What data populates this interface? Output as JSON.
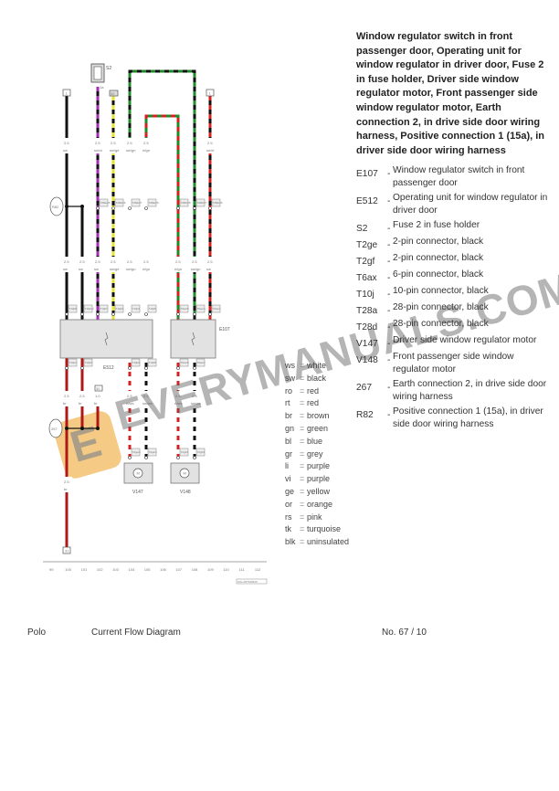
{
  "diagram": {
    "fuse_label": "S2",
    "fuse_terminal": "1a",
    "r82_label": "R82",
    "ground_label": "267",
    "terminal_top": [
      "1",
      "30",
      "1"
    ],
    "terminal_30": "30",
    "terminal_bottom": "31",
    "upper_wire_labels": [
      {
        "size": "2.5",
        "color": "sw"
      },
      {
        "size": "2.5",
        "color": "sw/vi"
      },
      {
        "size": "2.5",
        "color": "sw/ge"
      },
      {
        "size": "2.5",
        "color": "sw/gn"
      },
      {
        "size": "2.5",
        "color": "rt/gn"
      },
      {
        "size": "2.5",
        "color": "sw/rt"
      }
    ],
    "mid_wire_labels": [
      {
        "size": "2.5",
        "color": "sw"
      },
      {
        "size": "2.5",
        "color": "sw"
      },
      {
        "size": "2.5",
        "color": "sw"
      },
      {
        "size": "2.5",
        "color": "sw/ge"
      },
      {
        "size": "2.5",
        "color": "sw/gn"
      },
      {
        "size": "2.5",
        "color": "rt/gn"
      },
      {
        "size": "2.5",
        "color": "rt/gn"
      },
      {
        "size": "2.5",
        "color": "sw/gn"
      },
      {
        "size": "2.5",
        "color": "sw"
      }
    ],
    "connectors_mid": [
      "T28a/25",
      "T28a/26",
      "T28a/27",
      "T28a/28",
      "T28d/28",
      "T28d/27",
      "T28d/25"
    ],
    "connectors_top_e512": [
      "T10j/8",
      "T10j/10",
      "T10j/7",
      "T10j/9",
      "T10j/4",
      "T10j/6"
    ],
    "connectors_top_e107": [
      "T6ax/5",
      "T6ax/4",
      "T6ax/1"
    ],
    "connectors_bottom_e512": [
      "T10j/1",
      "T10j/2",
      "T10j/3",
      "T10j/5"
    ],
    "connectors_bottom_e107": [
      "T6ax/6",
      "T6ax/2"
    ],
    "lower_wire_labels": [
      {
        "size": "2.5",
        "color": "br"
      },
      {
        "size": "2.5",
        "color": "br"
      },
      {
        "size": "1.0",
        "color": "br"
      },
      {
        "size": "2.5",
        "color": "rt/ws"
      },
      {
        "size": "2.5",
        "color": "sw/ws"
      },
      {
        "size": "2.5",
        "color": "rt/ws"
      },
      {
        "size": "2.5",
        "color": "sw/ws"
      }
    ],
    "ground_wire_label": {
      "size": "2.5",
      "color": "br"
    },
    "motor_connectors": [
      "T2ge/2",
      "T2ge/1",
      "T2gf/2",
      "T2gf/1"
    ],
    "e512_label": "E512",
    "e107_label": "E107",
    "v147_label": "V147",
    "v148_label": "V148",
    "scale_numbers": [
      "99",
      "100",
      "101",
      "102",
      "103",
      "104",
      "105",
      "106",
      "107",
      "108",
      "109",
      "110",
      "111",
      "112"
    ],
    "drawing_ref": "ASL-067100919",
    "colors": {
      "black": "#111111",
      "red": "#d42020",
      "green": "#1f8a2a",
      "yellow": "#e8e030",
      "purple": "#a030b0",
      "white": "#ffffff",
      "brown": "#b01818",
      "box": "#e2e2e2"
    }
  },
  "title": "Window regulator switch in front passenger door, Operating unit for window regulator in driver door, Fuse 2 in fuse holder, Driver side window regulator motor, Front passenger side window regulator motor, Earth connection 2, in drive side door wiring harness, Positive connection 1 (15a), in driver side door wiring harness",
  "components": [
    {
      "code": "E107",
      "desc": "Window regulator switch in front passenger door"
    },
    {
      "code": "E512",
      "desc": "Operating unit for window regulator in driver door"
    },
    {
      "code": "S2",
      "desc": "Fuse 2 in fuse holder"
    },
    {
      "code": "T2ge",
      "desc": "2-pin connector, black"
    },
    {
      "code": "T2gf",
      "desc": "2-pin connector, black"
    },
    {
      "code": "T6ax",
      "desc": "6-pin connector, black"
    },
    {
      "code": "T10j",
      "desc": "10-pin connector, black"
    },
    {
      "code": "T28a",
      "desc": "28-pin connector, black"
    },
    {
      "code": "T28d",
      "desc": "28-pin connector, black"
    },
    {
      "code": "V147",
      "desc": "Driver side window regulator motor"
    },
    {
      "code": "V148",
      "desc": "Front passenger side window regulator motor"
    },
    {
      "code": "267",
      "desc": "Earth connection 2, in drive side door wiring harness"
    },
    {
      "code": "R82",
      "desc": "Positive connection 1 (15a), in driver side door wiring harness"
    }
  ],
  "color_codes": [
    {
      "abbr": "ws",
      "name": "white"
    },
    {
      "abbr": "sw",
      "name": "black"
    },
    {
      "abbr": "ro",
      "name": "red"
    },
    {
      "abbr": "rt",
      "name": "red"
    },
    {
      "abbr": "br",
      "name": "brown"
    },
    {
      "abbr": "gn",
      "name": "green"
    },
    {
      "abbr": "bl",
      "name": "blue"
    },
    {
      "abbr": "gr",
      "name": "grey"
    },
    {
      "abbr": "li",
      "name": "purple"
    },
    {
      "abbr": "vi",
      "name": "purple"
    },
    {
      "abbr": "ge",
      "name": "yellow"
    },
    {
      "abbr": "or",
      "name": "orange"
    },
    {
      "abbr": "rs",
      "name": "pink"
    },
    {
      "abbr": "tk",
      "name": "turquoise"
    },
    {
      "abbr": "blk",
      "name": "uninsulated"
    }
  ],
  "footer": {
    "model": "Polo",
    "doc_type": "Current Flow Diagram",
    "page": "No.  67 / 10"
  },
  "watermark": "EVERYMANUALS.COM"
}
